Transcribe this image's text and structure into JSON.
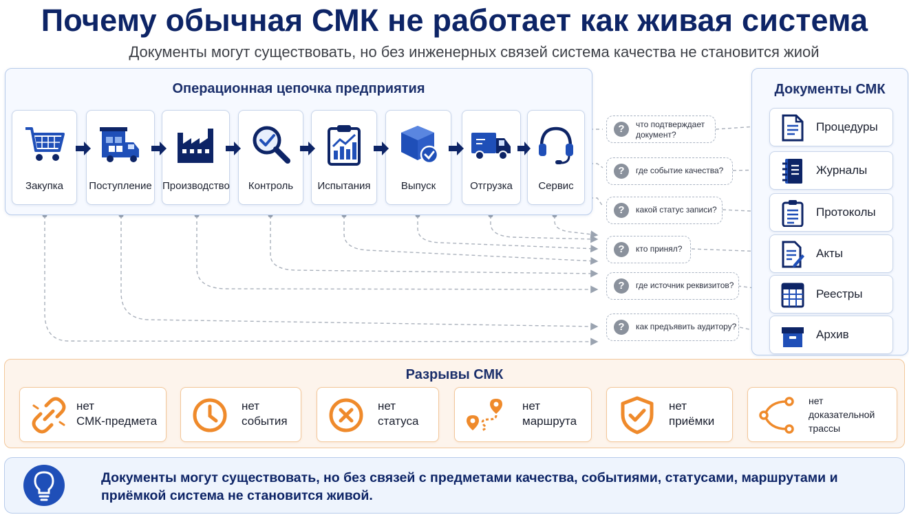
{
  "header": {
    "title": "Почему обычная СМК не работает как живая система",
    "subtitle": "Документы могут существовать, но без инженерных связей система качества не становится жиой"
  },
  "chain": {
    "title": "Операционная цепочка предприятия",
    "steps": [
      {
        "label": "Закупка",
        "icon": "shopping-cart-icon"
      },
      {
        "label": "Поступление",
        "icon": "receiving-truck-icon"
      },
      {
        "label": "Производство",
        "icon": "factory-icon"
      },
      {
        "label": "Контроль",
        "icon": "magnifier-check-icon"
      },
      {
        "label": "Испытания",
        "icon": "clipboard-chart-icon"
      },
      {
        "label": "Выпуск",
        "icon": "box-check-icon"
      },
      {
        "label": "Отгрузка",
        "icon": "delivery-truck-icon"
      },
      {
        "label": "Сервис",
        "icon": "headset-icon"
      }
    ]
  },
  "questions": [
    {
      "text": "что подтверждает документ?"
    },
    {
      "text": "где событие качества?"
    },
    {
      "text": "какой статус записи?"
    },
    {
      "text": "кто принял?"
    },
    {
      "text": "где источник реквизитов?"
    },
    {
      "text": "как предъявить аудитору?"
    }
  ],
  "documents": {
    "title": "Документы СМК",
    "items": [
      {
        "label": "Процедуры",
        "icon": "document-lines-icon"
      },
      {
        "label": "Журналы",
        "icon": "notebook-icon"
      },
      {
        "label": "Протоколы",
        "icon": "clipboard-list-icon"
      },
      {
        "label": "Акты",
        "icon": "document-pen-icon"
      },
      {
        "label": "Реестры",
        "icon": "table-registry-icon"
      },
      {
        "label": "Архив",
        "icon": "archive-box-icon"
      }
    ]
  },
  "gaps": {
    "title": "Разрывы СМК",
    "items": [
      {
        "line1": "нет",
        "line2": "СМК-предмета",
        "icon": "broken-link-icon"
      },
      {
        "line1": "нет",
        "line2": "события",
        "icon": "clock-icon"
      },
      {
        "line1": "нет",
        "line2": "статуса",
        "icon": "x-circle-icon"
      },
      {
        "line1": "нет",
        "line2": "маршрута",
        "icon": "route-icon"
      },
      {
        "line1": "нет",
        "line2": "приёмки",
        "icon": "shield-check-icon"
      },
      {
        "line1": "нет",
        "line2": "доказательной",
        "line3": "трассы",
        "icon": "trace-nodes-icon"
      }
    ]
  },
  "footer": {
    "text": "Документы могут существовать, но без связей с предметами качества, событиями, статусами, маршрутами и приёмкой система не становится живой.",
    "icon": "lightbulb-icon"
  },
  "colors": {
    "navy": "#0d2466",
    "blue": "#1f4fb8",
    "orange": "#ef8a2b",
    "gray": "#8a919c"
  }
}
